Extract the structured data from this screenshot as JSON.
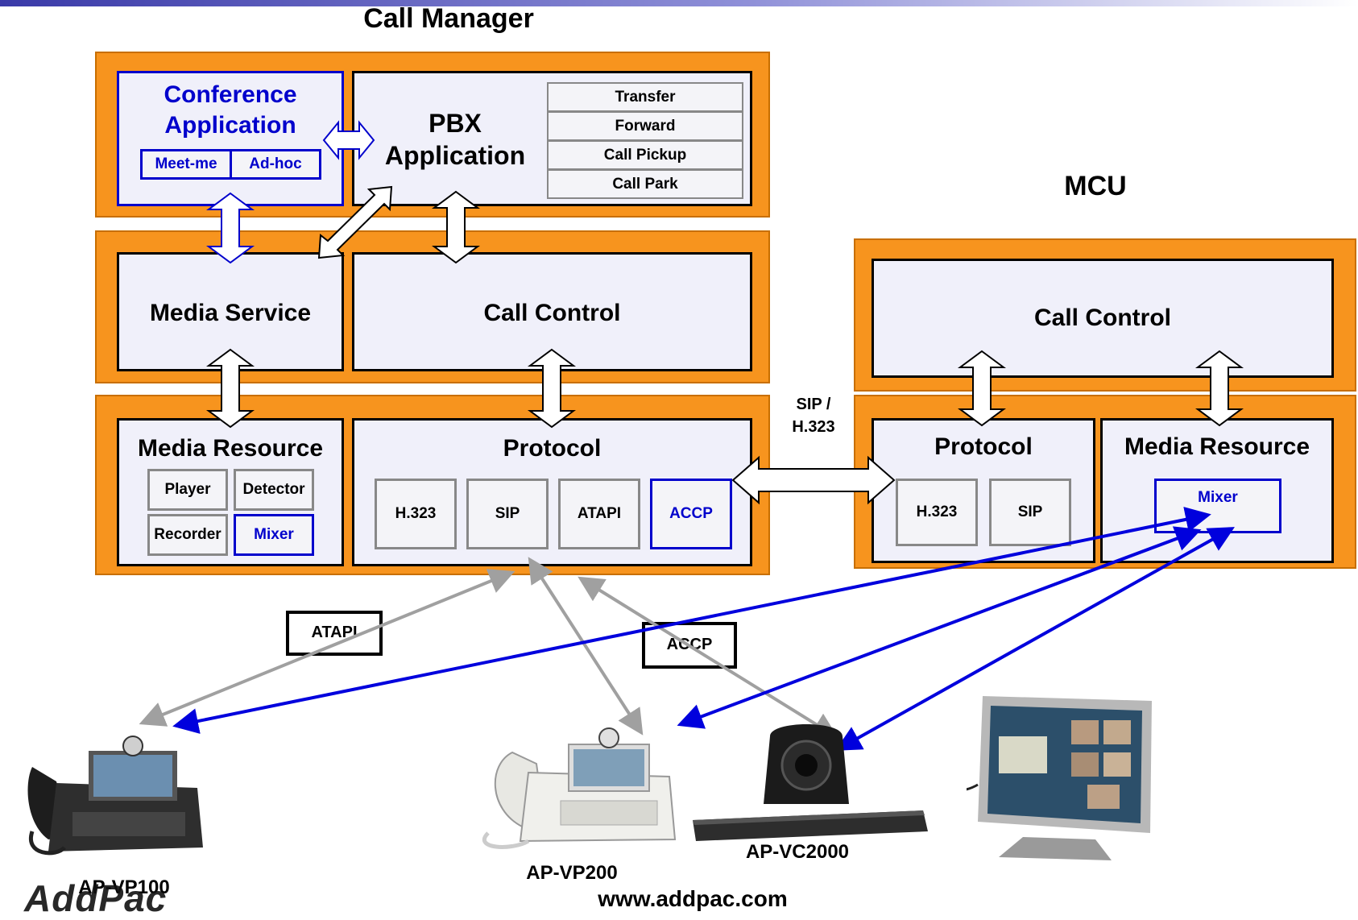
{
  "call_manager": {
    "title": "Call Manager",
    "conference_app": {
      "title_line1": "Conference",
      "title_line2": "Application",
      "meet_me": "Meet-me",
      "ad_hoc": "Ad-hoc"
    },
    "pbx_app": {
      "title_line1": "PBX",
      "title_line2": "Application",
      "features": [
        "Transfer",
        "Forward",
        "Call Pickup",
        "Call Park"
      ]
    },
    "media_service": "Media Service",
    "call_control": "Call Control",
    "media_resource": {
      "title": "Media Resource",
      "player": "Player",
      "detector": "Detector",
      "recorder": "Recorder",
      "mixer": "Mixer"
    },
    "protocol": {
      "title": "Protocol",
      "items": [
        "H.323",
        "SIP",
        "ATAPI",
        "ACCP"
      ]
    }
  },
  "mcu": {
    "title": "MCU",
    "call_control": "Call Control",
    "protocol": {
      "title": "Protocol",
      "items": [
        "H.323",
        "SIP"
      ]
    },
    "media_resource": {
      "title": "Media Resource",
      "mixer": "Mixer"
    }
  },
  "link_label": {
    "line1": "SIP /",
    "line2": "H.323"
  },
  "tags": {
    "atapi": "ATAPI",
    "accp": "ACCP"
  },
  "devices": {
    "vp100": "AP-VP100",
    "vp200": "AP-VP200",
    "vc2000": "AP-VC2000"
  },
  "footer": {
    "logo": "AddPac",
    "url": "www.addpac.com"
  }
}
